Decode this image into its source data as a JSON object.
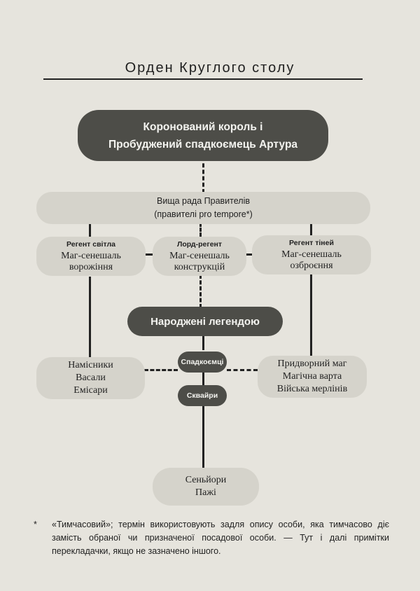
{
  "page": {
    "title": "Орден Круглого столу",
    "footnote_marker": "*",
    "footnote": "«Тимчасовий»; термін використовують задля опису особи, яка тимчасово діє замість обраної чи призначеної посадової особи. — Тут і далі примітки перекладачки, якщо не зазначено іншого."
  },
  "diagram": {
    "top": {
      "line1": "Коронований король і",
      "line2": "Пробуджений спадкоємець Артура"
    },
    "council": {
      "line1": "Вища рада Правителів",
      "line2": "(правителі pro tempore*)"
    },
    "regents": [
      {
        "heading": "Регент світла",
        "line1": "Маг-сенешаль",
        "line2": "ворожіння"
      },
      {
        "heading": "Лорд-регент",
        "line1": "Маг-сенешаль",
        "line2": "конструкцій"
      },
      {
        "heading": "Регент тіней",
        "line1": "Маг-сенешаль",
        "line2": "озброєння"
      }
    ],
    "born": "Народжені легендою",
    "left_group": [
      "Намісники",
      "Васали",
      "Емісари"
    ],
    "right_group": [
      "Придворний маг",
      "Магічна варта",
      "Війська мерлінів"
    ],
    "heirs": "Спадкоємці",
    "squires": "Сквайри",
    "bottom_group": [
      "Сеньйори",
      "Пажі"
    ]
  }
}
